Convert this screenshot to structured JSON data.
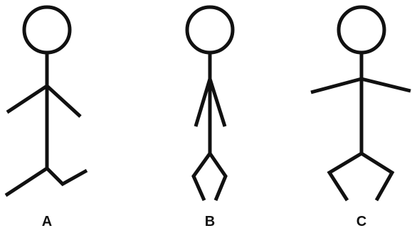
{
  "figures": [
    {
      "id": "A",
      "label": "A"
    },
    {
      "id": "B",
      "label": "B"
    },
    {
      "id": "C",
      "label": "C"
    }
  ],
  "colors": {
    "ink": "#111111",
    "background": "#ffffff"
  }
}
